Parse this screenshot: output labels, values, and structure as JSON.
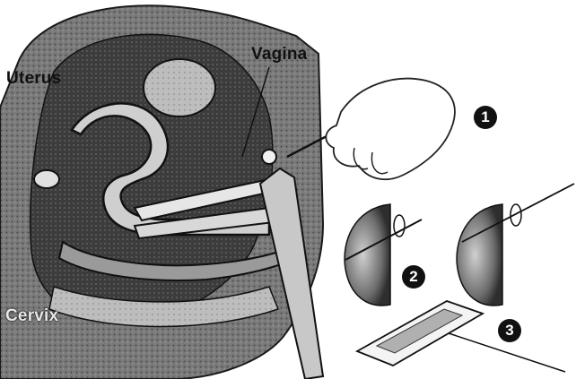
{
  "labels": {
    "uterus": "Uterus",
    "vagina": "Vagina",
    "cervix": "Cervix"
  },
  "steps": [
    "1",
    "2",
    "3"
  ],
  "colors": {
    "ink": "#111111",
    "tissue_dark": "#3a3a3a",
    "tissue_mid": "#8c8c8c",
    "tissue_light": "#cfcfcf",
    "background": "#ffffff"
  }
}
